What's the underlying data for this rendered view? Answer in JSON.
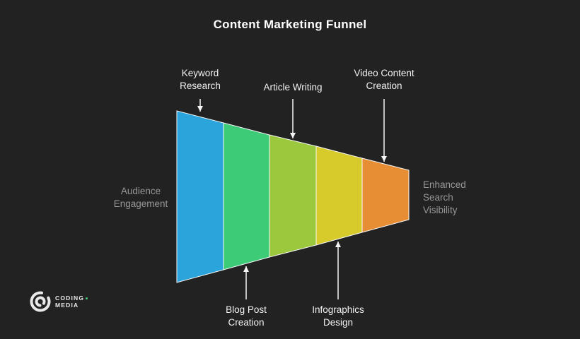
{
  "title": "Content Marketing Funnel",
  "colors": {
    "background": "#222222",
    "title_text": "#ffffff",
    "stage_label_text": "#f2f2f2",
    "side_label_text": "#979797",
    "arrow": "#f5f5f5",
    "segment_border": "#f8f8f8",
    "accent": "#3ecb7a"
  },
  "funnel": {
    "stages": [
      {
        "label": "Keyword Research",
        "color": "#2BA3DB",
        "label_position": "top"
      },
      {
        "label": "Blog Post Creation",
        "color": "#3DCB78",
        "label_position": "bottom"
      },
      {
        "label": "Article Writing",
        "color": "#9BC83D",
        "label_position": "top"
      },
      {
        "label": "Infographics Design",
        "color": "#D7CB2C",
        "label_position": "bottom"
      },
      {
        "label": "Video Content Creation",
        "color": "#E78E35",
        "label_position": "top"
      }
    ],
    "left_label": "Audience Engagement",
    "right_label": "Enhanced Search Visibility"
  },
  "logo": {
    "line1": "CODING",
    "line2": "MEDIA"
  }
}
